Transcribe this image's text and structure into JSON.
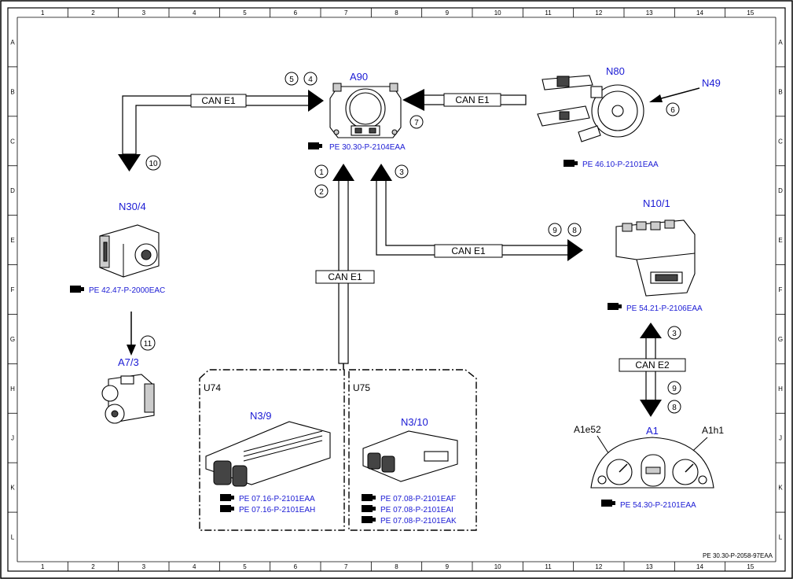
{
  "grid": {
    "columns": [
      "1",
      "2",
      "3",
      "4",
      "5",
      "6",
      "7",
      "8",
      "9",
      "10",
      "11",
      "12",
      "13",
      "14",
      "15"
    ],
    "rows": [
      "A",
      "B",
      "C",
      "D",
      "E",
      "F",
      "G",
      "H",
      "J",
      "K",
      "L"
    ]
  },
  "components": {
    "a90": {
      "label": "A90",
      "ref": "PE 30.30-P-2104EAA"
    },
    "n80": {
      "label": "N80",
      "ref": "PE 46.10-P-2101EAA"
    },
    "n49": {
      "label": "N49"
    },
    "n30_4": {
      "label": "N30/4",
      "ref": "PE 42.47-P-2000EAC"
    },
    "a7_3": {
      "label": "A7/3"
    },
    "n10_1": {
      "label": "N10/1",
      "ref": "PE 54.21-P-2106EAA"
    },
    "a1": {
      "label": "A1",
      "ref": "PE 54.30-P-2101EAA",
      "left_label": "A1e52",
      "right_label": "A1h1"
    },
    "u74": {
      "label": "U74",
      "n": "N3/9",
      "refs": [
        "PE 07.16-P-2101EAA",
        "PE 07.16-P-2101EAH"
      ]
    },
    "u75": {
      "label": "U75",
      "n": "N3/10",
      "refs": [
        "PE 07.08-P-2101EAF",
        "PE 07.08-P-2101EAI",
        "PE 07.08-P-2101EAK"
      ]
    }
  },
  "buses": {
    "top_left": "CAN E1",
    "top_right": "CAN E1",
    "middle": "CAN E1",
    "right": "CAN E1",
    "e2": "CAN E2"
  },
  "steps": {
    "s1": "1",
    "s2": "2",
    "s3a": "3",
    "s3b": "3",
    "s4": "4",
    "s5": "5",
    "s6": "6",
    "s7": "7",
    "s8a": "8",
    "s8b": "8",
    "s9a": "9",
    "s9b": "9",
    "s10": "10",
    "s11": "11"
  },
  "footer": "PE 30.30-P-2058-97EAA"
}
